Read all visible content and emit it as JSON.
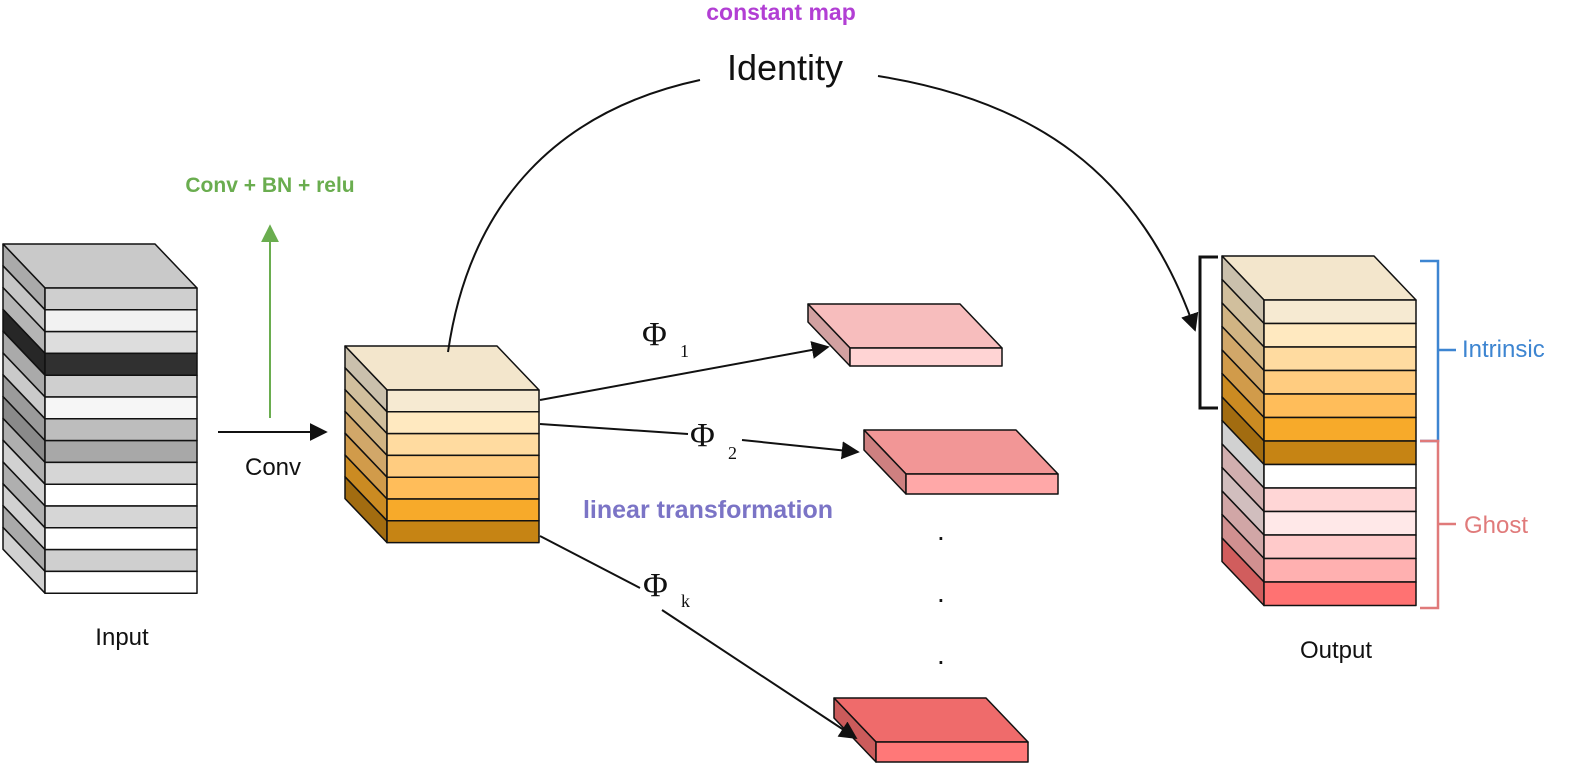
{
  "labels": {
    "constant_map": "constant map",
    "identity": "Identity",
    "conv_bn_relu": "Conv + BN + relu",
    "conv": "Conv",
    "input": "Input",
    "output": "Output",
    "linear_transformation": "linear transformation",
    "intrinsic": "Intrinsic",
    "ghost": "Ghost",
    "phi": "Φ",
    "phi1_sub": "1",
    "phi2_sub": "2",
    "phik_sub": "k",
    "dot": "."
  },
  "colors": {
    "constant_map": "#b23fd4",
    "conv_bn_relu": "#6aad4f",
    "linear_transformation": "#7b74c6",
    "intrinsic": "#3d85d1",
    "ghost": "#e07a7a",
    "input_layers": [
      "#cfcfcf",
      "#f2f2f2",
      "#dddddd",
      "#303030",
      "#cfcfcf",
      "#f6f6f6",
      "#bdbdbd",
      "#a8a8a8",
      "#d6d6d6",
      "#ffffff",
      "#d6d6d6",
      "#ffffff",
      "#cfcfcf",
      "#ffffff"
    ],
    "intrinsic_layers": [
      "#f6ead2",
      "#ffe9c0",
      "#ffdba0",
      "#ffcc80",
      "#ffbd5a",
      "#f7aa2a",
      "#c68414"
    ],
    "ghost_layers": [
      "#ffffff",
      "#ffd6d6",
      "#ffe8e8",
      "#ffcaca",
      "#ffb0b0",
      "#ff7272"
    ],
    "plate1": "#f7bdbd",
    "plate2": "#f29696",
    "plate3": "#ef6b6b"
  }
}
